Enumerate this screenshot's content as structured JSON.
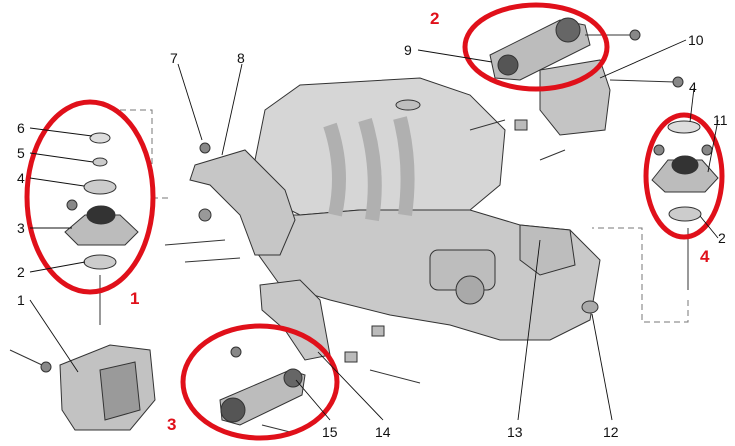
{
  "labels": {
    "n1": "1",
    "n2a": "2",
    "n3": "3",
    "n4a": "4",
    "n5": "5",
    "n6": "6",
    "n7": "7",
    "n8": "8",
    "n9": "9",
    "n10": "10",
    "n11": "11",
    "n12": "12",
    "n13": "13",
    "n14": "14",
    "n15": "15",
    "n4b": "4",
    "n2b": "2"
  },
  "groups": {
    "g1": "1",
    "g2": "2",
    "g3": "3",
    "g4": "4"
  },
  "colors": {
    "highlight": "#e0101a",
    "body": "#d4d4d4",
    "outline": "#333333"
  }
}
